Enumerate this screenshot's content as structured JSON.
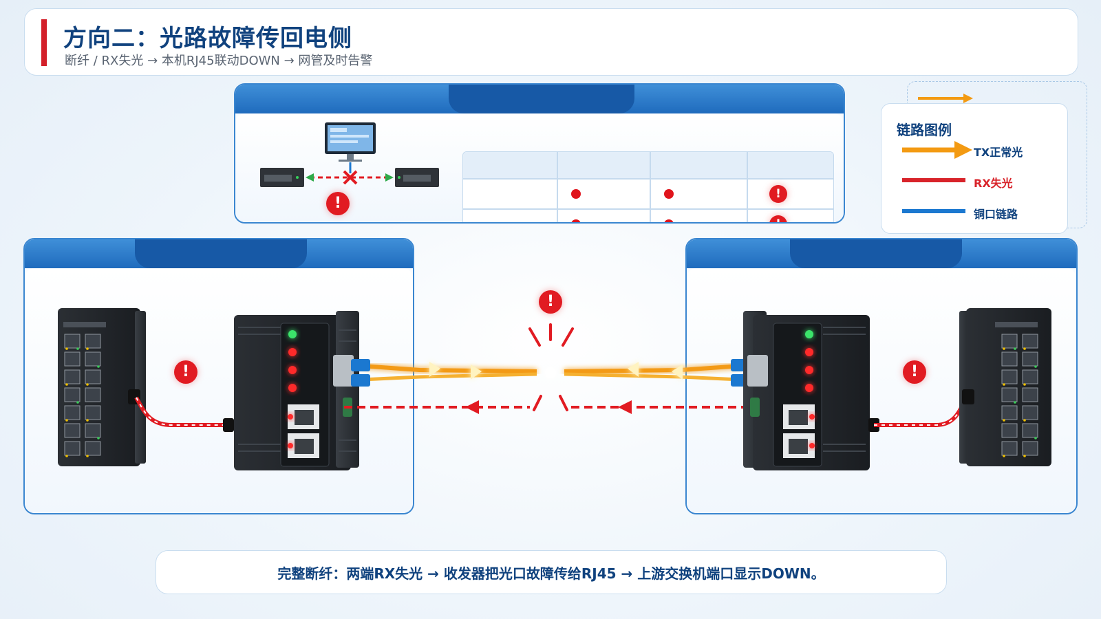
{
  "header": {
    "title": "方向二：光路故障传回电侧",
    "subtitle": "断纤 / RX失光 → 本机RJ45联动DOWN → 网管及时告警"
  },
  "alert_symbol": "!",
  "legend": {
    "title": "链路图例",
    "items": [
      {
        "label": "TX正常光",
        "color": "#f39a12"
      },
      {
        "label": "RX失光",
        "color": "#d8232a"
      },
      {
        "label": "铜口链路",
        "color": "#1b78d0"
      }
    ]
  },
  "footer": {
    "text": "完整断纤：两端RX失光 → 收发器把光口故障传给RJ45 → 上游交换机端口显示DOWN。"
  },
  "colors": {
    "title_blue": "#10427e",
    "accent_red": "#d3202a",
    "panel_blue": "#1f6bbd",
    "fiber_orange": "#f39a12",
    "rx_red": "#e11b22",
    "copper_blue": "#1b78d0"
  }
}
